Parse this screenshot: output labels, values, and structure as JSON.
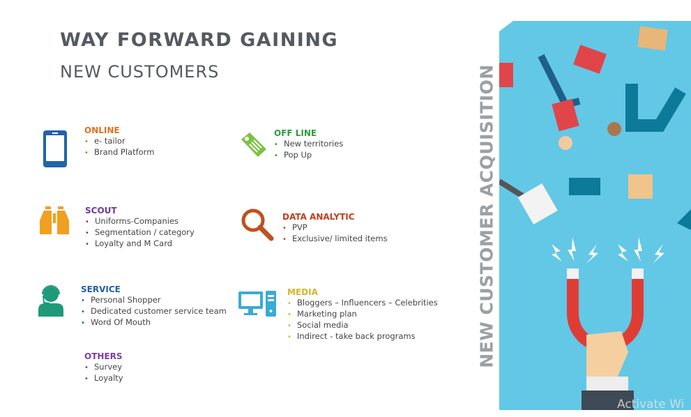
{
  "header": {
    "title": "WAY FORWARD GAINING",
    "subtitle": "NEW CUSTOMERS"
  },
  "side_label": "NEW CUSTOMER ACQUISITION",
  "watermark": "Activate Wi",
  "sections": [
    {
      "heading": "ONLINE",
      "color": "#e0701f",
      "icon": "smartphone-icon",
      "items": [
        "e- tailor",
        "Brand Platform"
      ]
    },
    {
      "heading": "OFF LINE",
      "color": "#2e9a3e",
      "icon": "price-tag-icon",
      "items": [
        "New territories",
        "Pop Up"
      ]
    },
    {
      "heading": "SCOUT",
      "color": "#6a3a9a",
      "icon": "binoculars-icon",
      "items": [
        "Uniforms-Companies",
        "Segmentation / category",
        "Loyalty and M Card"
      ]
    },
    {
      "heading": "DATA ANALYTIC",
      "color": "#c0401a",
      "icon": "magnifier-icon",
      "items": [
        "PVP",
        "Exclusive/ limited items"
      ]
    },
    {
      "heading": "SERVICE",
      "color": "#1f5fa8",
      "icon": "headset-agent-icon",
      "items": [
        "Personal Shopper",
        "Dedicated customer service team",
        "Word Of Mouth"
      ]
    },
    {
      "heading": "MEDIA",
      "color": "#d8b52a",
      "icon": "desktop-computer-icon",
      "items": [
        "Bloggers – Influencers – Celebrities",
        "Marketing plan",
        "Social media",
        "Indirect - take back programs"
      ]
    },
    {
      "heading": "OTHERS",
      "color": "#7a3fa0",
      "items": [
        "Survey",
        "Loyalty"
      ]
    }
  ]
}
